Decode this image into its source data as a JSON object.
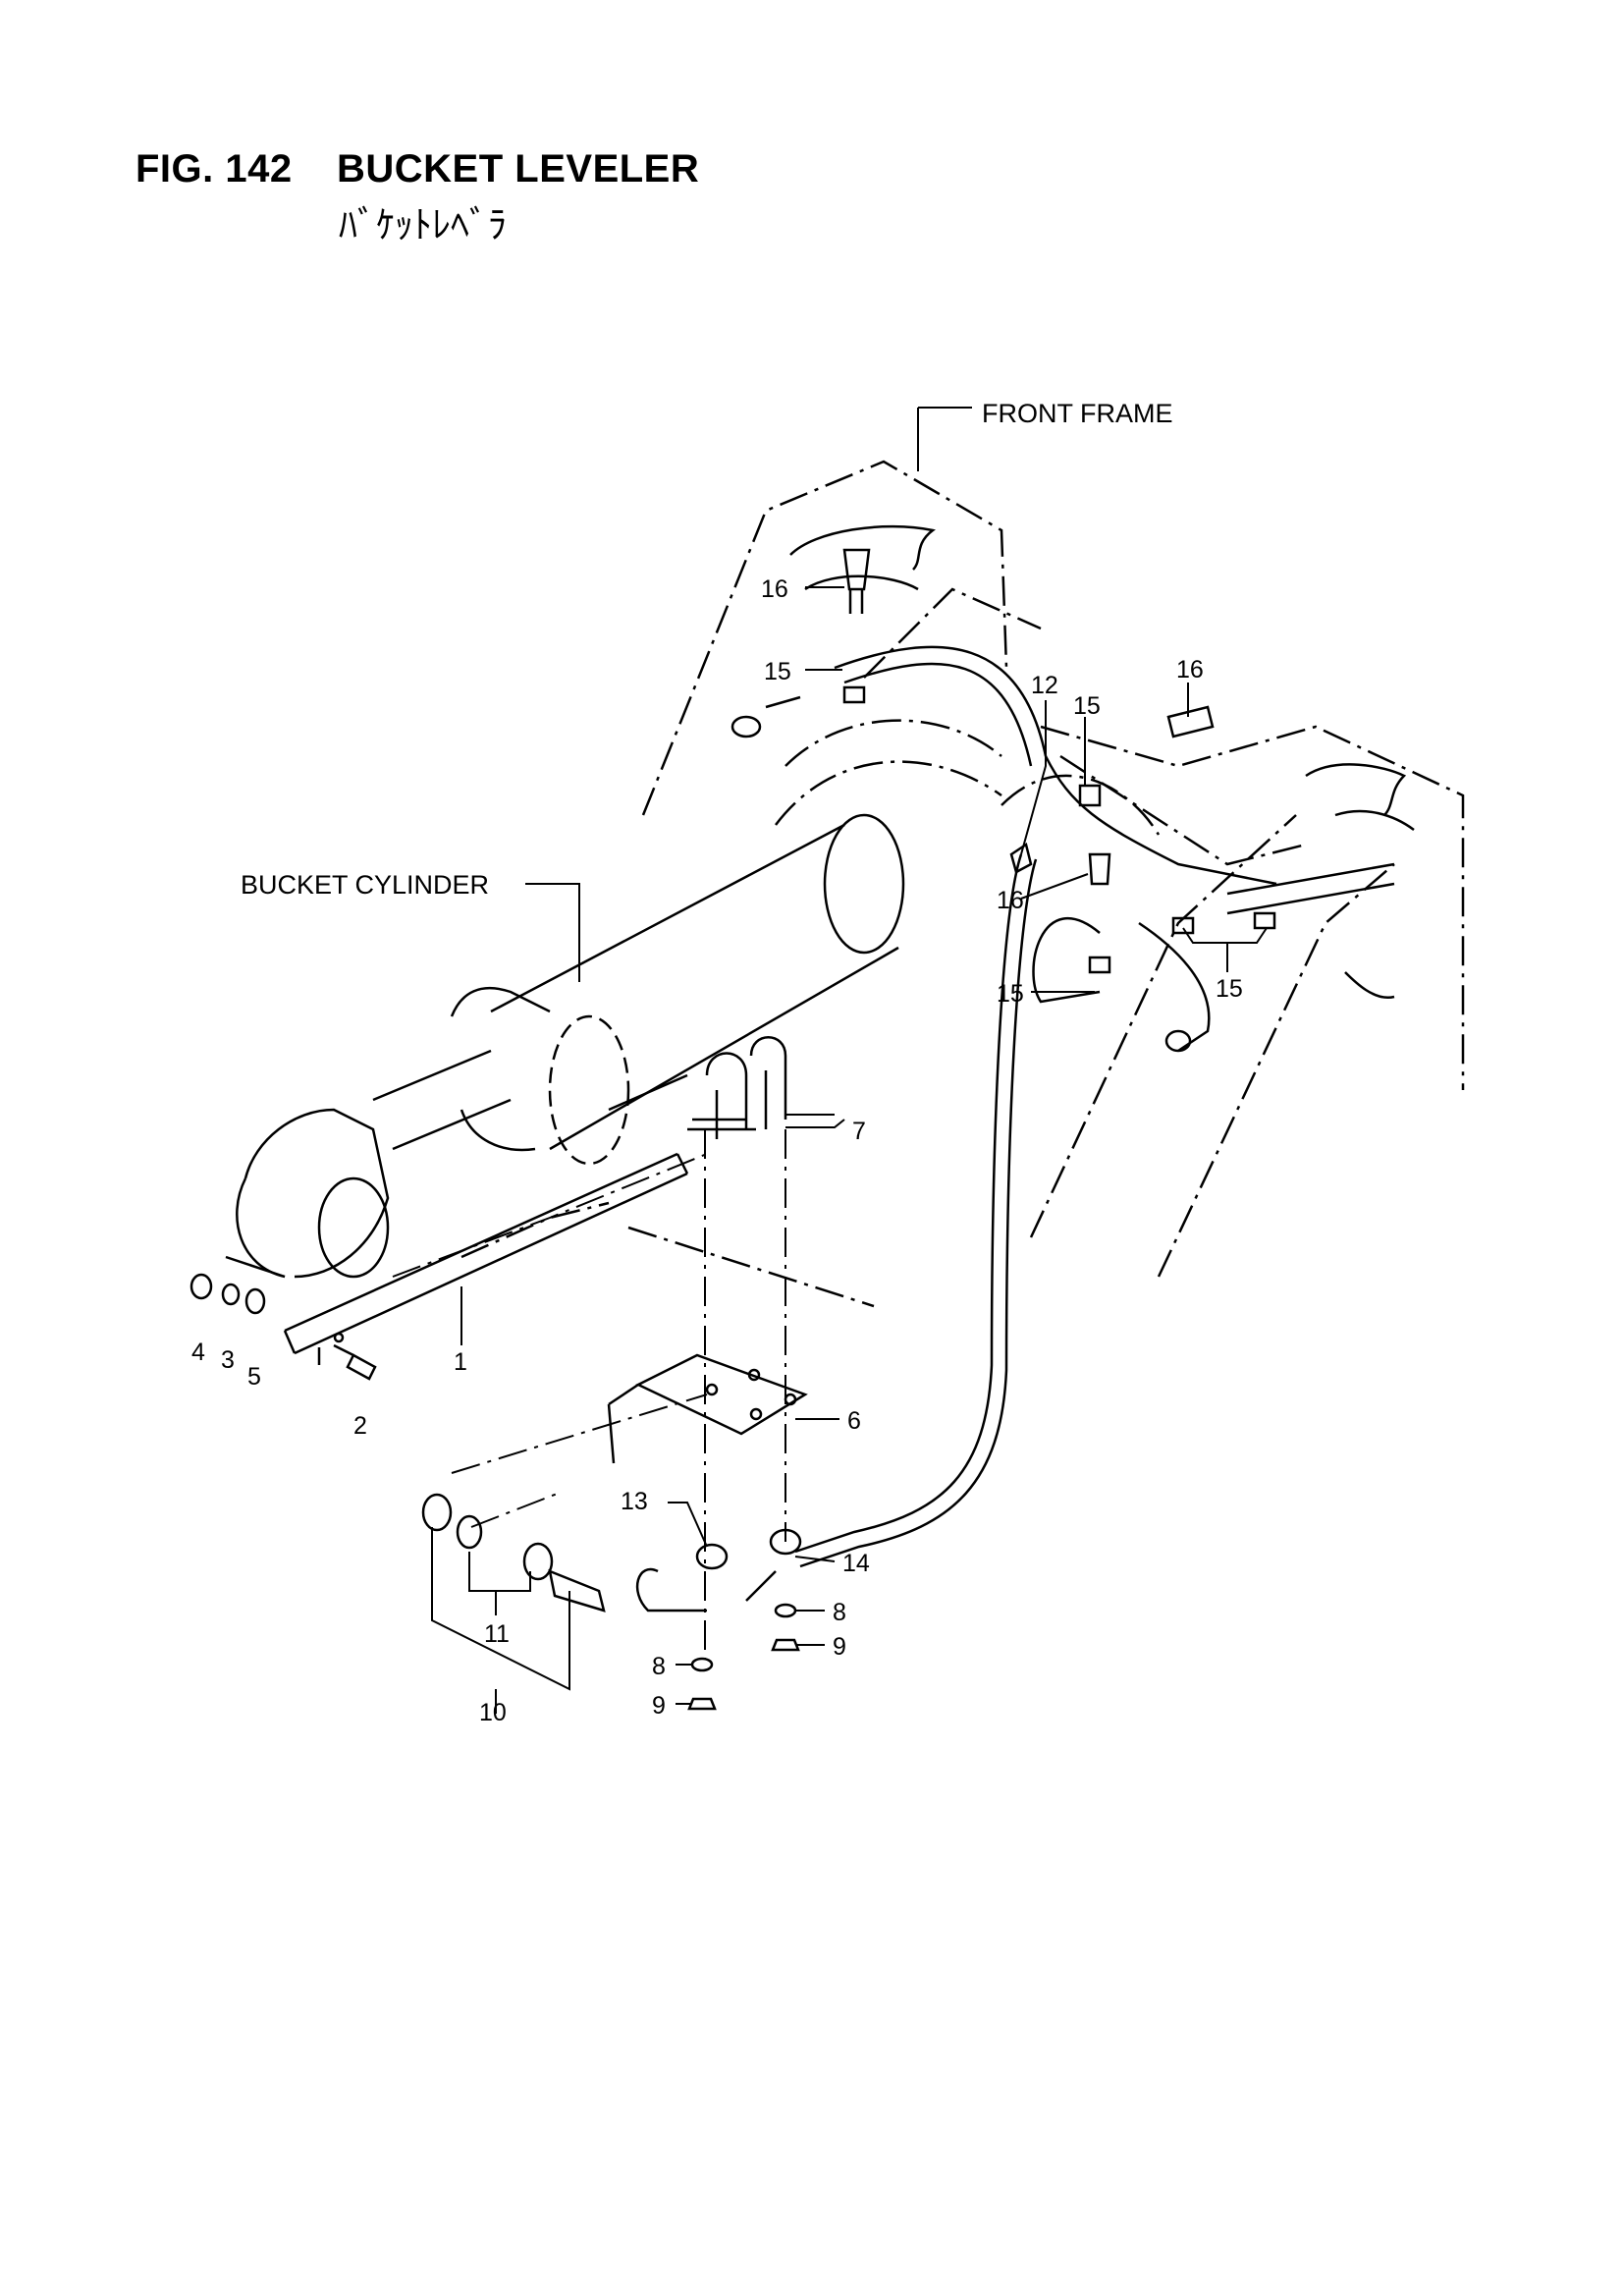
{
  "figure": {
    "number": "FIG. 142",
    "title": "BUCKET LEVELER",
    "subtitle": "ﾊﾞｹｯﾄﾚﾍﾞﾗ"
  },
  "labels": {
    "front_frame": "FRONT FRAME",
    "bucket_cylinder": "BUCKET CYLINDER"
  },
  "callouts": {
    "c1": "1",
    "c2": "2",
    "c3": "3",
    "c4": "4",
    "c5": "5",
    "c6": "6",
    "c7": "7",
    "c8a": "8",
    "c8b": "8",
    "c9a": "9",
    "c9b": "9",
    "c10": "10",
    "c11": "11",
    "c12": "12",
    "c13": "13",
    "c14": "14",
    "c15a": "15",
    "c15b": "15",
    "c15c": "15",
    "c15d": "15",
    "c16a": "16",
    "c16b": "16",
    "c16c": "16"
  }
}
